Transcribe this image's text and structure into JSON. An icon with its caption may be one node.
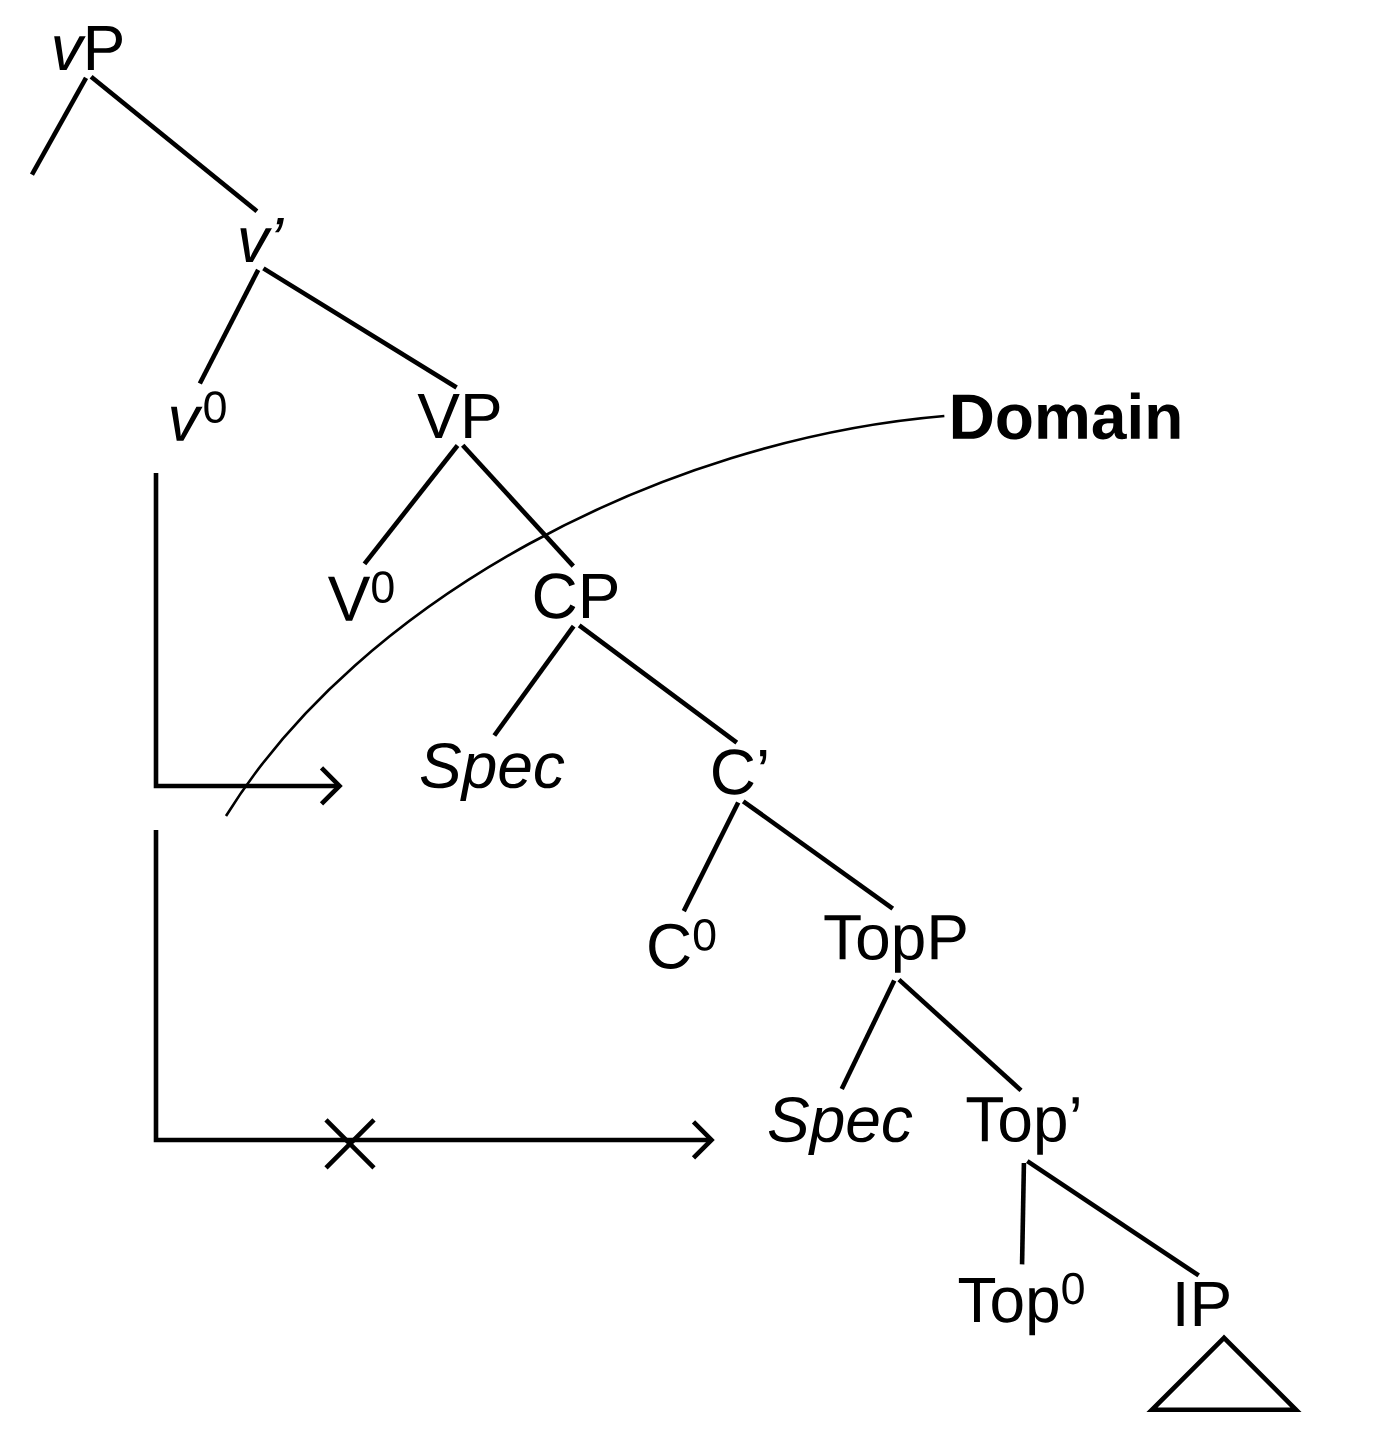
{
  "diagram": {
    "nodes": [
      {
        "text": [
          "\\textit{v}\\textup{P}"
        ]
      },
      {
        "text": [
          "v’"
        ]
      },
      {
        "text": [
          "*v*$^{0}$"
        ]
      },
      {
        "text": [
          "VP"
        ]
      },
      {
        "text": [
          "V$^{0}$"
        ]
      },
      {
        "text": [
          "CP"
        ]
      },
      {
        "text": [
          "Spec"
        ]
      },
      {
        "text": [
          "C’"
        ]
      },
      {
        "text": [
          "C$^{0}$"
        ]
      },
      {
        "text": [
          "TopP"
        ]
      },
      {
        "text": [
          "Spec"
        ]
      },
      {
        "text": [
          "Top’"
        ]
      },
      {
        "text": [
          "Top$^{0}$"
        ]
      },
      {
        "text": [
          "IP"
        ]
      },
      {
        "text": [],
        "shape": "triangle"
      },
      {
        "text": [
          "Domain"
        ]
      }
    ],
    "edges": [
      {
        "from": 0,
        "to": null,
        "arrow": "none"
      },
      {
        "from": 0,
        "to": 1,
        "arrow": "none"
      },
      {
        "from": 1,
        "to": 2,
        "arrow": "none"
      },
      {
        "from": 1,
        "to": 3,
        "arrow": "none"
      },
      {
        "from": 3,
        "to": 4,
        "arrow": "none"
      },
      {
        "from": 3,
        "to": 5,
        "arrow": "none"
      },
      {
        "from": 5,
        "to": 6,
        "arrow": "none"
      },
      {
        "from": 5,
        "to": 7,
        "arrow": "none"
      },
      {
        "from": 7,
        "to": 8,
        "arrow": "none"
      },
      {
        "from": 7,
        "to": 9,
        "arrow": "none"
      },
      {
        "from": 9,
        "to": 10,
        "arrow": "none"
      },
      {
        "from": 9,
        "to": 11,
        "arrow": "none"
      },
      {
        "from": 11,
        "to": 12,
        "arrow": "none"
      },
      {
        "from": 11,
        "to": 13,
        "arrow": "none"
      },
      {
        "from": 2,
        "to": 6,
        "arrow": "to"
      },
      {
        "from": null,
        "to": 10,
        "arrow": "to"
      },
      {
        "from": 15,
        "to": null,
        "arrow": "none"
      }
    ]
  }
}
